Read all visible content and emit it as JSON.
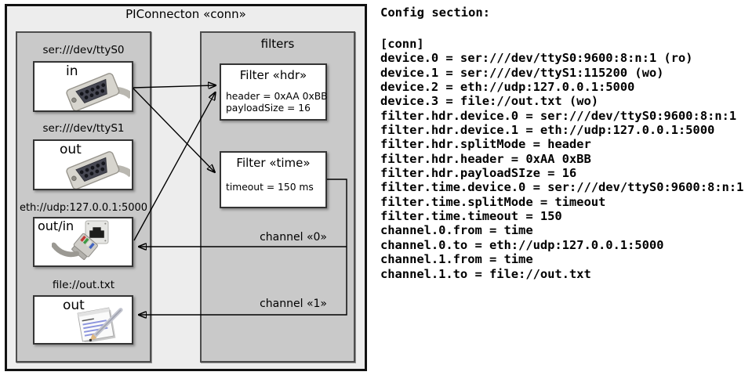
{
  "colors": {
    "page_bg": "#ffffff",
    "outer_fill": "#ededed",
    "outer_border": "#121212",
    "panel_fill": "#c9c9c9",
    "panel_border": "#4d4d4d",
    "box_fill": "#ffffff",
    "box_border": "#343434",
    "wire_color": "#000000",
    "text_color": "#000000"
  },
  "diagram": {
    "title": "PIConnecton «conn»",
    "devices": [
      {
        "label": "ser:///dev/ttyS0",
        "port": "in",
        "icon": "db9-serial-connector"
      },
      {
        "label": "ser:///dev/ttyS1",
        "port": "out",
        "icon": "db9-serial-connector"
      },
      {
        "label": "eth://udp:127.0.0.1:5000",
        "port": "out/in",
        "icon": "rj45-ethernet-connector"
      },
      {
        "label": "file://out.txt",
        "port": "out",
        "icon": "notepad-pencil"
      }
    ],
    "filters_panel_label": "filters",
    "filters": [
      {
        "title": "Filter «hdr»",
        "properties": [
          "header = 0xAA 0xBB",
          "payloadSize = 16"
        ]
      },
      {
        "title": "Filter «time»",
        "properties": [
          "timeout = 150 ms"
        ]
      }
    ],
    "channels": [
      {
        "label": "channel «0»"
      },
      {
        "label": "channel «1»"
      }
    ]
  },
  "config": {
    "heading": "Config section:",
    "lines": [
      "[conn]",
      "device.0 = ser:///dev/ttyS0:9600:8:n:1 (ro)",
      "device.1 = ser:///dev/ttyS1:115200 (wo)",
      "device.2 = eth://udp:127.0.0.1:5000",
      "device.3 = file://out.txt (wo)",
      "filter.hdr.device.0 = ser:///dev/ttyS0:9600:8:n:1",
      "filter.hdr.device.1 = eth://udp:127.0.0.1:5000",
      "filter.hdr.splitMode = header",
      "filter.hdr.header = 0xAA 0xBB",
      "filter.hdr.payloadSIze = 16",
      "filter.time.device.0 = ser:///dev/ttyS0:9600:8:n:1",
      "filter.time.splitMode = timeout",
      "filter.time.timeout = 150",
      "channel.0.from = time",
      "channel.0.to = eth://udp:127.0.0.1:5000",
      "channel.1.from = time",
      "channel.1.to = file://out.txt"
    ]
  }
}
